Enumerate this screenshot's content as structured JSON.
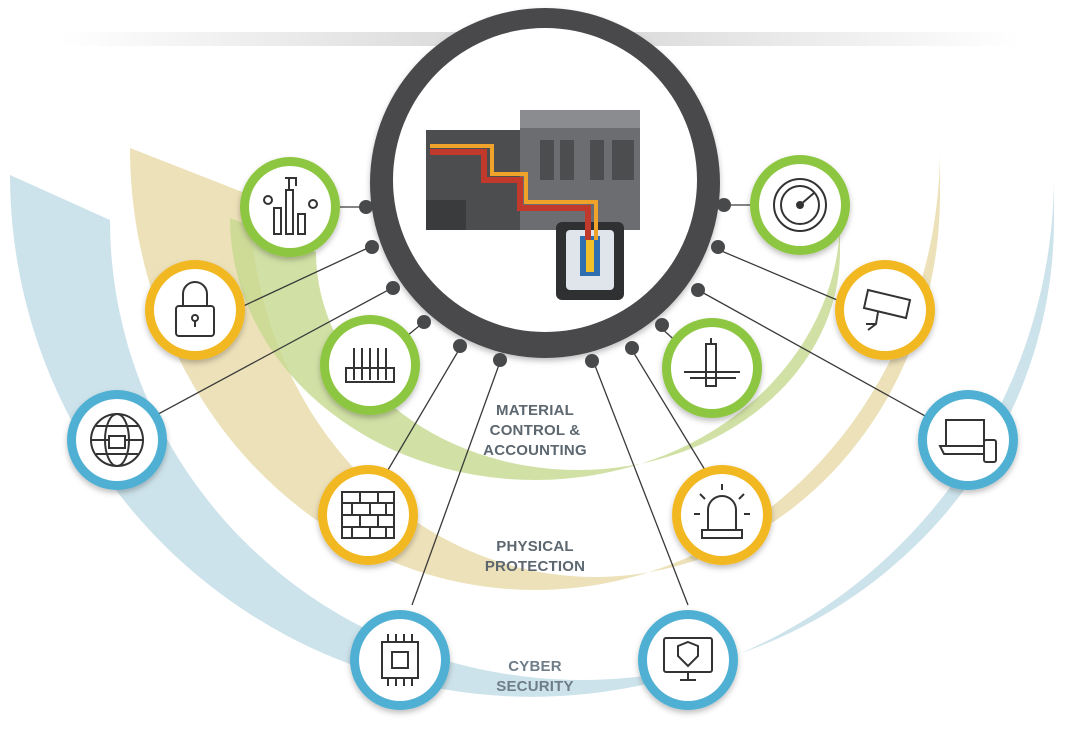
{
  "layers": [
    {
      "id": "mca",
      "label": "MATERIAL\nCONTROL &\nACCOUNTING",
      "color": "#c5d98f"
    },
    {
      "id": "pp",
      "label": "PHYSICAL\nPROTECTION",
      "color": "#e9d9a8"
    },
    {
      "id": "cs",
      "label": "CYBER\nSECURITY",
      "color": "#bcd9e4"
    }
  ],
  "hub": {
    "ring_color": "#4a4b4d",
    "icon": "reactor-facility-icon"
  },
  "nodes": [
    {
      "icon": "probes-icon",
      "layer": "mca",
      "color": "#8dc63f"
    },
    {
      "icon": "gauge-icon",
      "layer": "mca",
      "color": "#8dc63f"
    },
    {
      "icon": "test-tubes-icon",
      "layer": "mca",
      "color": "#8dc63f"
    },
    {
      "icon": "fuel-rod-handling-icon",
      "layer": "mca",
      "color": "#8dc63f"
    },
    {
      "icon": "padlock-icon",
      "layer": "pp",
      "color": "#f2b824"
    },
    {
      "icon": "security-camera-icon",
      "layer": "pp",
      "color": "#f2b824"
    },
    {
      "icon": "brick-wall-icon",
      "layer": "pp",
      "color": "#f2b824"
    },
    {
      "icon": "alarm-light-icon",
      "layer": "pp",
      "color": "#f2b824"
    },
    {
      "icon": "secure-globe-icon",
      "layer": "cs",
      "color": "#4fb0d3"
    },
    {
      "icon": "laptop-phone-icon",
      "layer": "cs",
      "color": "#4fb0d3"
    },
    {
      "icon": "microchip-icon",
      "layer": "cs",
      "color": "#4fb0d3"
    },
    {
      "icon": "monitor-shield-icon",
      "layer": "cs",
      "color": "#4fb0d3"
    }
  ]
}
